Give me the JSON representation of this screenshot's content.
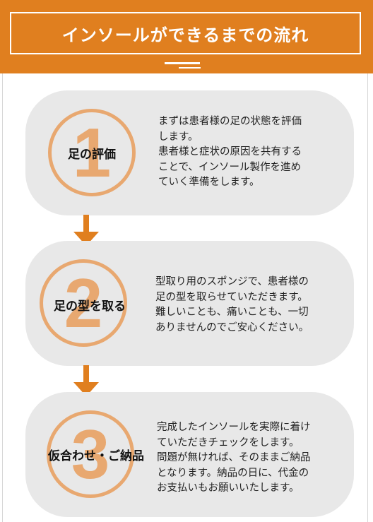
{
  "header": {
    "title": "インソールができるまでの流れ"
  },
  "colors": {
    "accent": "#e07f1f",
    "badge": "#e8a870",
    "card": "#e8e8e8"
  },
  "steps": [
    {
      "number": "1",
      "name": "足の評価",
      "lines": [
        "まずは患者様の足の状態を評価",
        "します。",
        "患者様と症状の原因を共有する",
        "ことで、インソール製作を進め",
        "ていく準備をします。"
      ]
    },
    {
      "number": "2",
      "name": "足の型を取る",
      "lines": [
        "型取り用のスポンジで、患者様の",
        "足の型を取らせていただきます。",
        "難しいことも、痛いことも、一切",
        "ありませんのでご安心ください。"
      ]
    },
    {
      "number": "3",
      "name": "仮合わせ・ご納品",
      "lines": [
        "完成したインソールを実際に着け",
        "ていただきチェックをします。",
        "問題が無ければ、そのままご納品",
        "となります。納品の日に、代金の",
        "お支払いもお願いいたします。"
      ]
    }
  ]
}
